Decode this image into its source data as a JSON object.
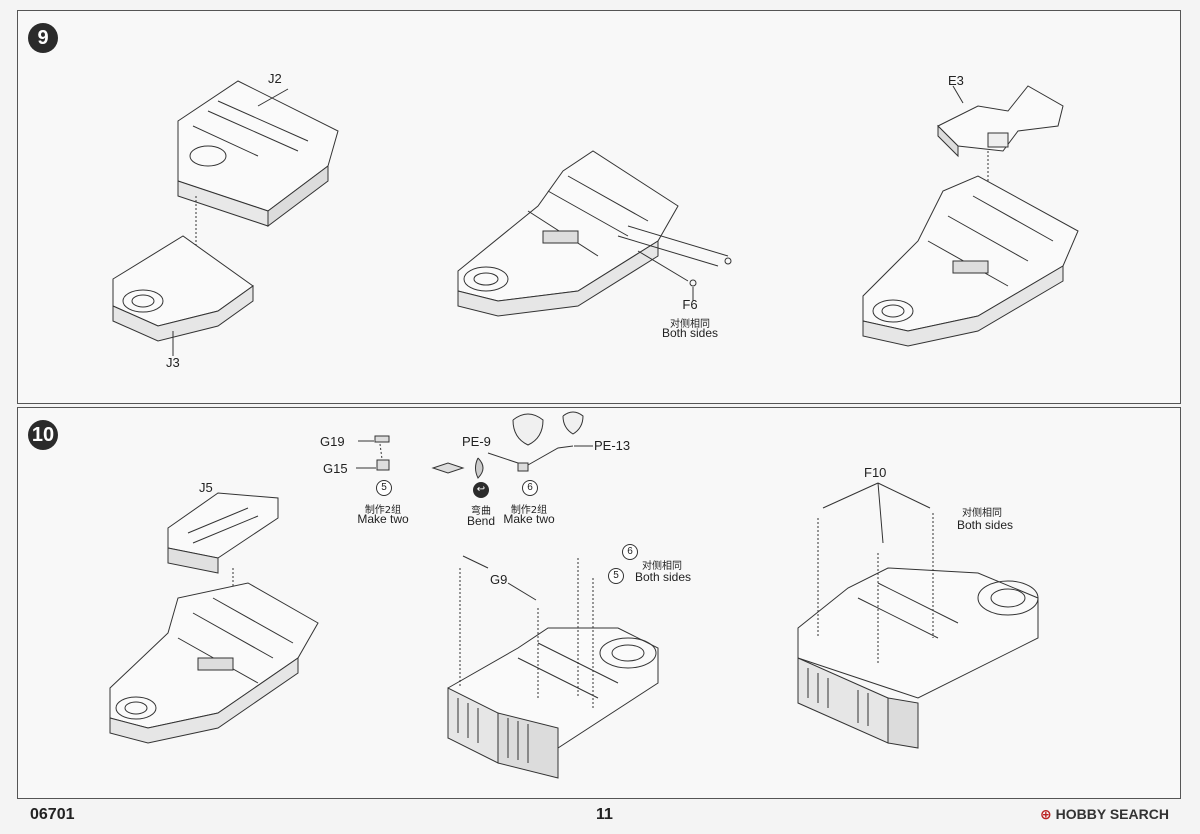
{
  "steps": {
    "step9": {
      "number": "9",
      "labels": {
        "j2": "J2",
        "j3": "J3",
        "f6": "F6",
        "f6_cn": "对侧相同",
        "f6_en": "Both sides",
        "e3": "E3"
      }
    },
    "step10": {
      "number": "10",
      "labels": {
        "j5": "J5",
        "g19": "G19",
        "g15": "G15",
        "num5": "5",
        "make_two_cn_1": "制作2组",
        "make_two_en_1": "Make two",
        "pe9": "PE-9",
        "pe13": "PE-13",
        "num6": "6",
        "bend_cn": "弯曲",
        "bend_en": "Bend",
        "make_two_cn_2": "制作2组",
        "make_two_en_2": "Make two",
        "g9": "G9",
        "num6b": "6",
        "num5b": "5",
        "both_cn_1": "对侧相同",
        "both_en_1": "Both sides",
        "f10": "F10",
        "both_cn_2": "对侧相同",
        "both_en_2": "Both sides"
      }
    }
  },
  "footer": {
    "code": "06701",
    "page": "11",
    "logo_mark": "⊕",
    "logo_text": "HOBBY SEARCH"
  }
}
